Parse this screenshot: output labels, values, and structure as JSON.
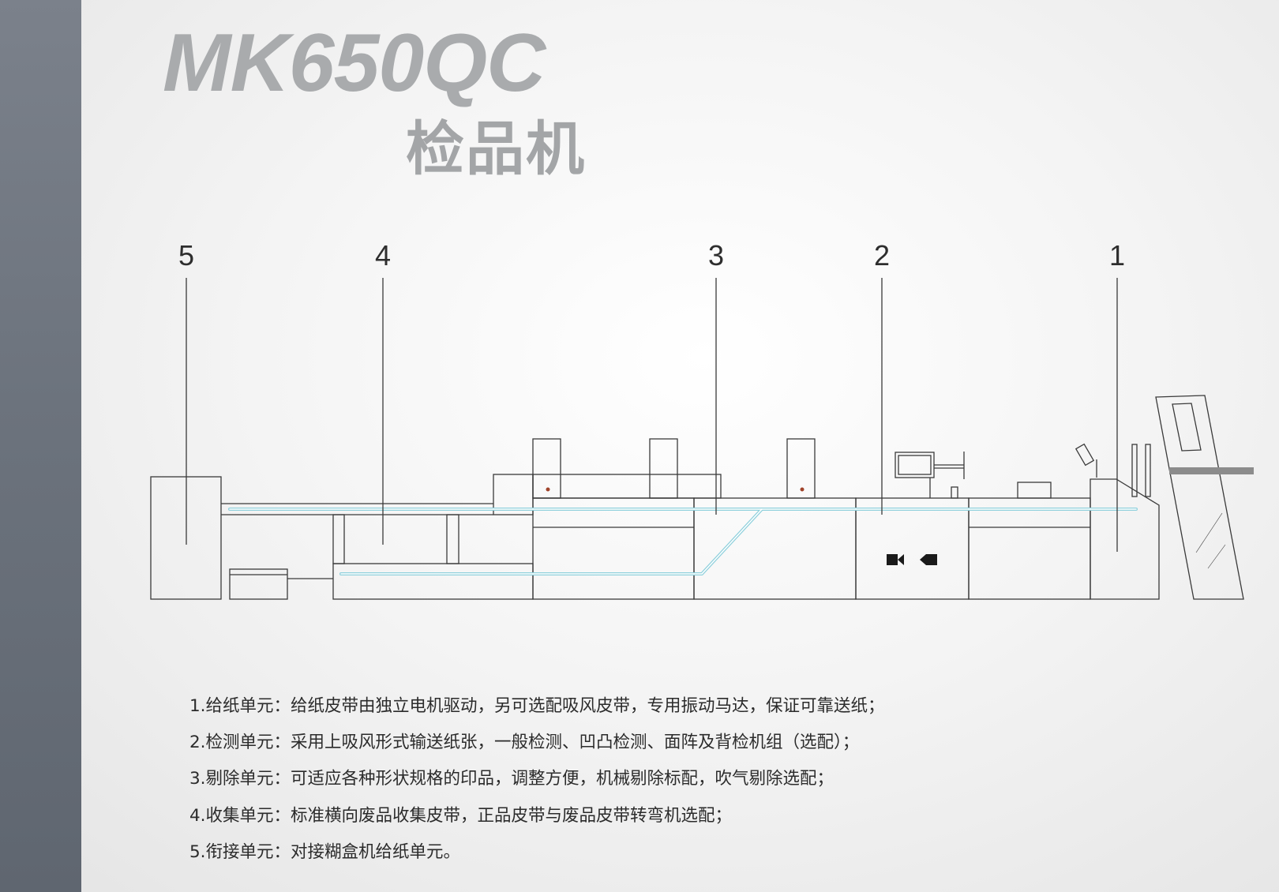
{
  "header": {
    "model": "MK650QC",
    "product_name": "检品机"
  },
  "callouts": [
    "1",
    "2",
    "3",
    "4",
    "5"
  ],
  "units": [
    {
      "number": "1.",
      "name": "给纸单元：",
      "description": "给纸皮带由独立电机驱动，另可选配吸风皮带，专用振动马达，保证可靠送纸；"
    },
    {
      "number": "2.",
      "name": "检测单元：",
      "description": "采用上吸风形式输送纸张，一般检测、凹凸检测、面阵及背检机组（选配）；"
    },
    {
      "number": "3.",
      "name": "剔除单元：",
      "description": "可适应各种形状规格的印品，调整方便，机械剔除标配，吹气剔除选配；"
    },
    {
      "number": "4.",
      "name": "收集单元：",
      "description": "标准横向废品收集皮带，正品皮带与废品皮带转弯机选配；"
    },
    {
      "number": "5.",
      "name": "衔接单元：",
      "description": "对接糊盒机给纸单元。"
    }
  ],
  "colors": {
    "side_bar": "#6c737d",
    "title": "#a9abad",
    "line": "#3a3a3a",
    "belt": "#8fd0dc",
    "indicator": "#a0432a"
  }
}
